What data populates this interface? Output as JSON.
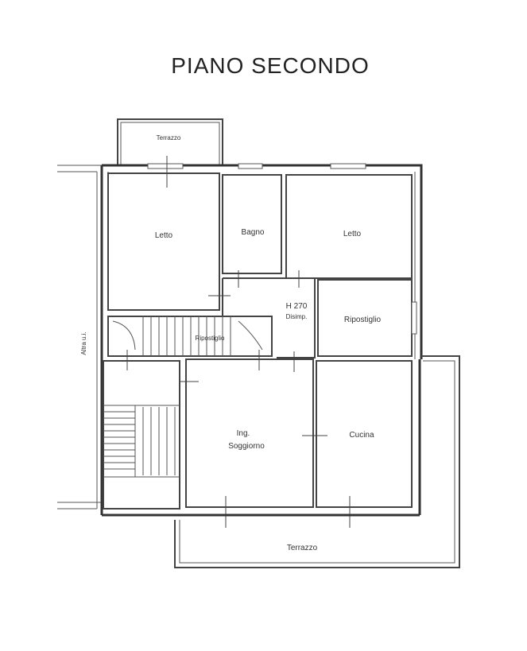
{
  "title": "PIANO SECONDO",
  "rooms": {
    "terrazzo_top": "Terrazzo",
    "letto_left": "Letto",
    "bagno": "Bagno",
    "letto_right": "Letto",
    "disimp_height": "H 270",
    "disimp": "Disimp.",
    "ripostiglio_right": "Ripostiglio",
    "ripostiglio_stair": "Ripostiglio",
    "ingresso": "Ing.",
    "soggiorno": "Soggiorno",
    "cucina": "Cucina",
    "terrazzo_bottom": "Terrazzo",
    "altra_ui": "Altra u.i."
  }
}
